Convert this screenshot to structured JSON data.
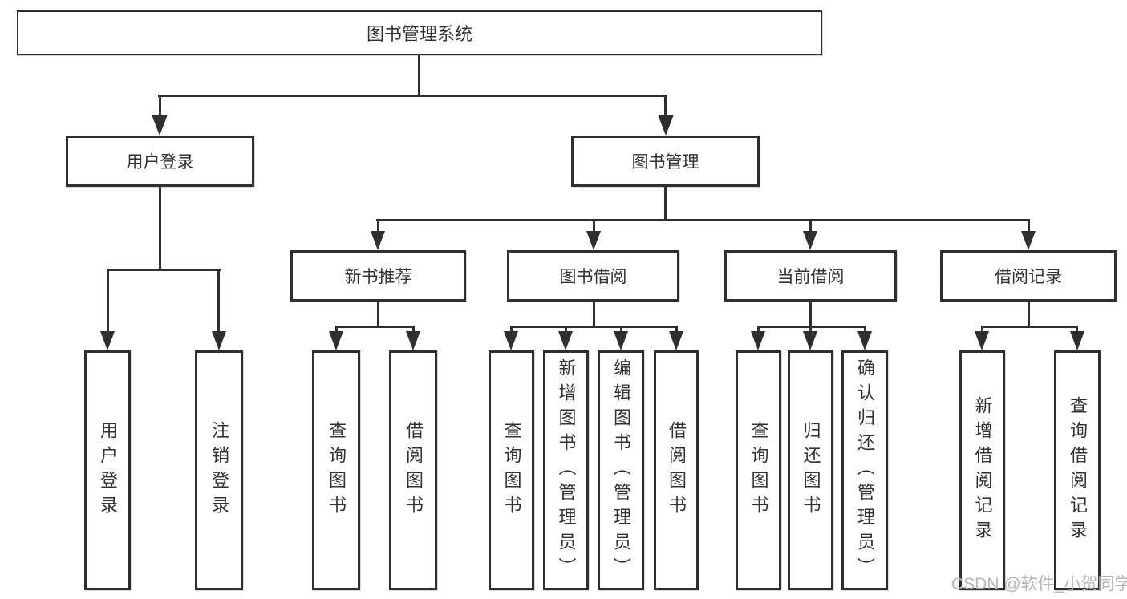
{
  "nodes": {
    "root": "图书管理系统",
    "login": "用户登录",
    "mgmt": "图书管理",
    "login_leaves": [
      "用户登录",
      "注销登录"
    ],
    "groups": [
      "新书推荐",
      "图书借阅",
      "当前借阅",
      "借阅记录"
    ],
    "new_book_leaves": [
      "查询图书",
      "借阅图书"
    ],
    "borrow_leaves": [
      "查询图书",
      "新增图书（管理员）",
      "编辑图书（管理员）",
      "借阅图书"
    ],
    "current_leaves": [
      "查询图书",
      "归还图书",
      "确认归还（管理员）"
    ],
    "record_leaves": [
      "新增借阅记录",
      "查询借阅记录"
    ]
  },
  "watermark": "CSDN @软件_小贺同学",
  "colors": {
    "line": "#2f2f2f",
    "text": "#333333",
    "watermark": "#b5b5b5",
    "background": "#ffffff"
  }
}
